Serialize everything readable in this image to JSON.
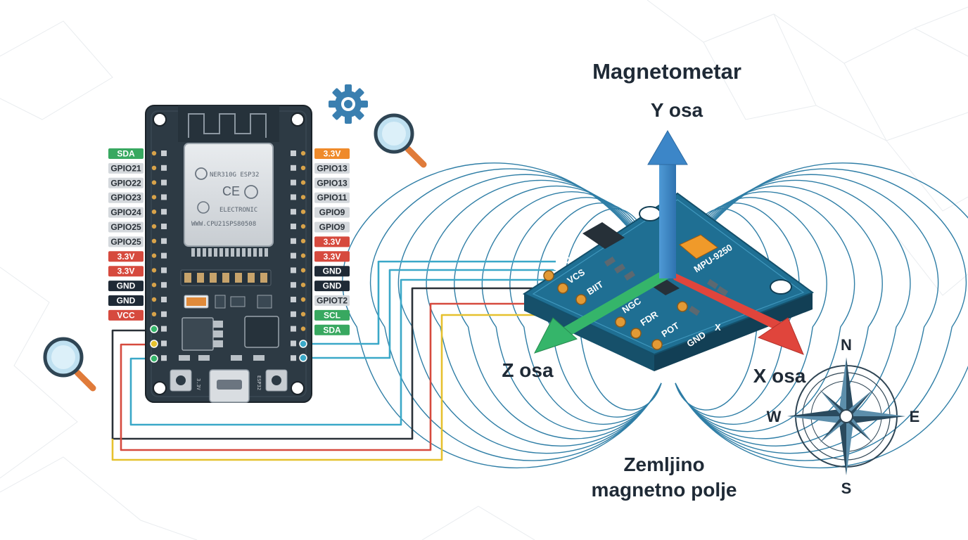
{
  "title": "Magnetometar",
  "axes": {
    "y": "Y osa",
    "z": "Z osa",
    "x": "X osa"
  },
  "field_label": [
    "Zemljino",
    "magnetno polje"
  ],
  "compass": {
    "n": "N",
    "s": "S",
    "e": "E",
    "w": "W"
  },
  "module": {
    "name": "MPU-9250",
    "pins_top": [
      "GND",
      "VCS",
      "BIIT"
    ],
    "pins_bottom": [
      "NGC",
      "FDR",
      "POT",
      "GND"
    ],
    "x_mark": "X"
  },
  "esp": {
    "chip_lines": [
      "NER310G ESP32",
      "ELECTRONIC",
      "WWW.CPU21SPS80508"
    ],
    "ce_mark": "CE",
    "usb_labels": [
      "3.3V",
      "ESP32"
    ]
  },
  "left_pins": [
    {
      "label": "SDA",
      "type": "green"
    },
    {
      "label": "GPIO21",
      "type": "gray"
    },
    {
      "label": "GPIO22",
      "type": "gray"
    },
    {
      "label": "GPIO23",
      "type": "gray"
    },
    {
      "label": "GPIO24",
      "type": "gray"
    },
    {
      "label": "GPIO25",
      "type": "gray"
    },
    {
      "label": "GPIO25",
      "type": "gray"
    },
    {
      "label": "3.3V",
      "type": "red"
    },
    {
      "label": "3.3V",
      "type": "red"
    },
    {
      "label": "GND",
      "type": "dark"
    },
    {
      "label": "GND",
      "type": "dark"
    },
    {
      "label": "VCC",
      "type": "red"
    }
  ],
  "right_pins": [
    {
      "label": "3.3V",
      "type": "orange"
    },
    {
      "label": "GPIO13",
      "type": "gray"
    },
    {
      "label": "GPIO13",
      "type": "gray"
    },
    {
      "label": "GPIO11",
      "type": "gray"
    },
    {
      "label": "GPIO9",
      "type": "gray"
    },
    {
      "label": "GPIO9",
      "type": "gray"
    },
    {
      "label": "3.3V",
      "type": "red"
    },
    {
      "label": "3.3V",
      "type": "red"
    },
    {
      "label": "GND",
      "type": "dark"
    },
    {
      "label": "GND",
      "type": "dark"
    },
    {
      "label": "GPIOT2",
      "type": "gray"
    },
    {
      "label": "SCL",
      "type": "green"
    },
    {
      "label": "SDA",
      "type": "green"
    }
  ],
  "colors": {
    "board": "#2d3a44",
    "module": "#1f6f93",
    "wire_blue": "#3aa8c8",
    "wire_red": "#d64a3e",
    "wire_yellow": "#e6c12e",
    "wire_dark": "#2a3138",
    "field_lines": "#2f7ea6",
    "axis_y": "#3c86c8",
    "axis_x": "#e0453c",
    "axis_z": "#35b56a"
  }
}
